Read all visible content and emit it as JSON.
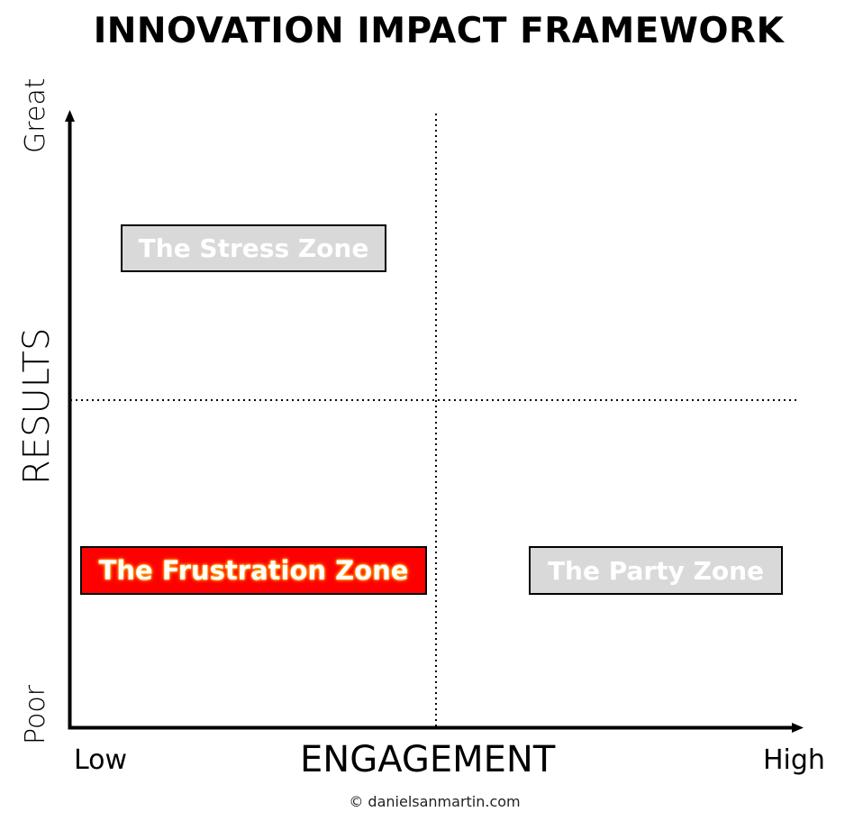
{
  "title": "INNOVATION IMPACT FRAMEWORK",
  "axes": {
    "x": {
      "label": "ENGAGEMENT",
      "low": "Low",
      "high": "High"
    },
    "y": {
      "label": "RESULTS",
      "low": "Poor",
      "high": "Great"
    }
  },
  "zones": [
    {
      "id": "stress",
      "label": "The Stress Zone",
      "quadrant": "top-left",
      "highlighted": false,
      "fill": "#d9d9d9"
    },
    {
      "id": "frustration",
      "label": "The Frustration Zone",
      "quadrant": "bottom-left",
      "highlighted": true,
      "fill": "#ff0000"
    },
    {
      "id": "party",
      "label": "The Party Zone",
      "quadrant": "bottom-right",
      "highlighted": false,
      "fill": "#d9d9d9"
    }
  ],
  "colors": {
    "highlight": "#ff0000",
    "inactive": "#d9d9d9",
    "axis": "#000000",
    "glow": "#ff8c00"
  },
  "footer": "© danielsanmartin.com"
}
